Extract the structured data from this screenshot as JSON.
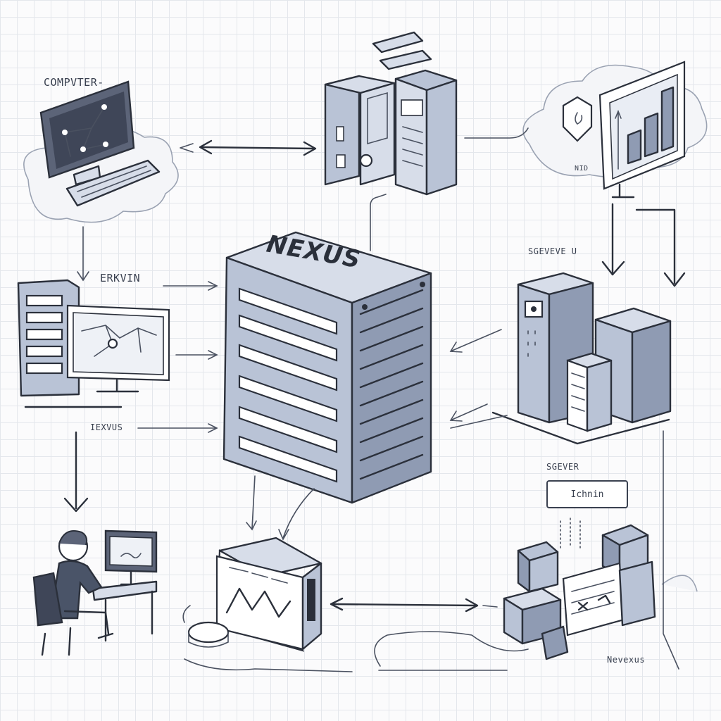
{
  "labels": {
    "computer": "COMPVTER-",
    "erkvin": "ERKVIN",
    "iexvus": "IEXVUS",
    "nexus_tower": "NEXUS",
    "sgeveve": "SGEVEVE U",
    "sgever": "SGEVER",
    "ichnin": "Ichnin",
    "nexus_bottom": "Nevexus",
    "cloud_tag": "NID"
  },
  "colors": {
    "ink": "#2b303b",
    "metal": "#b9c3d6",
    "metal_light": "#d7dde9",
    "metal_dark": "#8f9bb3",
    "screen": "#5c6478",
    "grid": "#e4e7ec"
  }
}
